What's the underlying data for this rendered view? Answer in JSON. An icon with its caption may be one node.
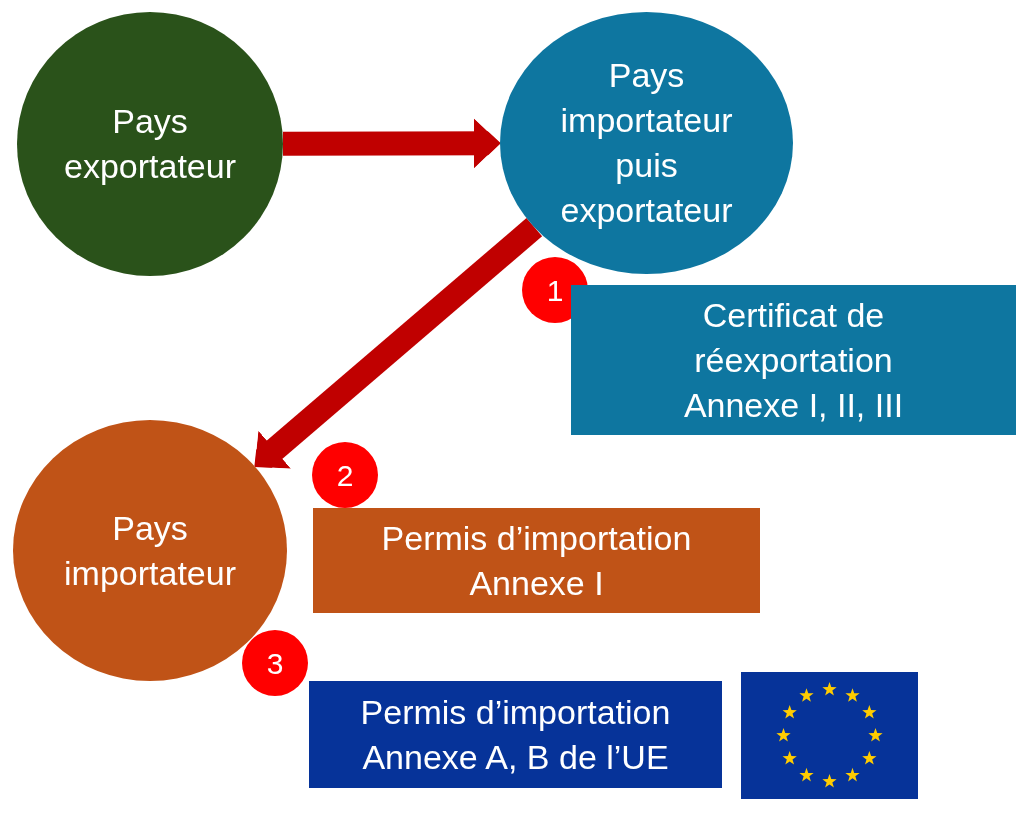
{
  "diagram": {
    "nodes": [
      {
        "text": [
          "Pays exportateur"
        ]
      },
      {
        "text": [
          "Pays importateur puis exportateur"
        ]
      },
      {
        "text": [
          "1"
        ]
      },
      {
        "text": [
          "Certificat de réexportation Annexe I, II, III"
        ]
      },
      {
        "text": [
          "Pays importateur"
        ]
      },
      {
        "text": [
          "2"
        ]
      },
      {
        "text": [
          "Permis d’importation Annexe I"
        ]
      },
      {
        "text": [
          "3"
        ]
      },
      {
        "text": [
          "Permis d’importation Annexe A, B de l’UE"
        ]
      },
      {
        "text": [],
        "shape": "picture"
      }
    ],
    "edges": [
      {
        "from": 0,
        "to": 1,
        "arrow": "to"
      },
      {
        "from": 1,
        "to": 4,
        "arrow": "to"
      }
    ]
  }
}
